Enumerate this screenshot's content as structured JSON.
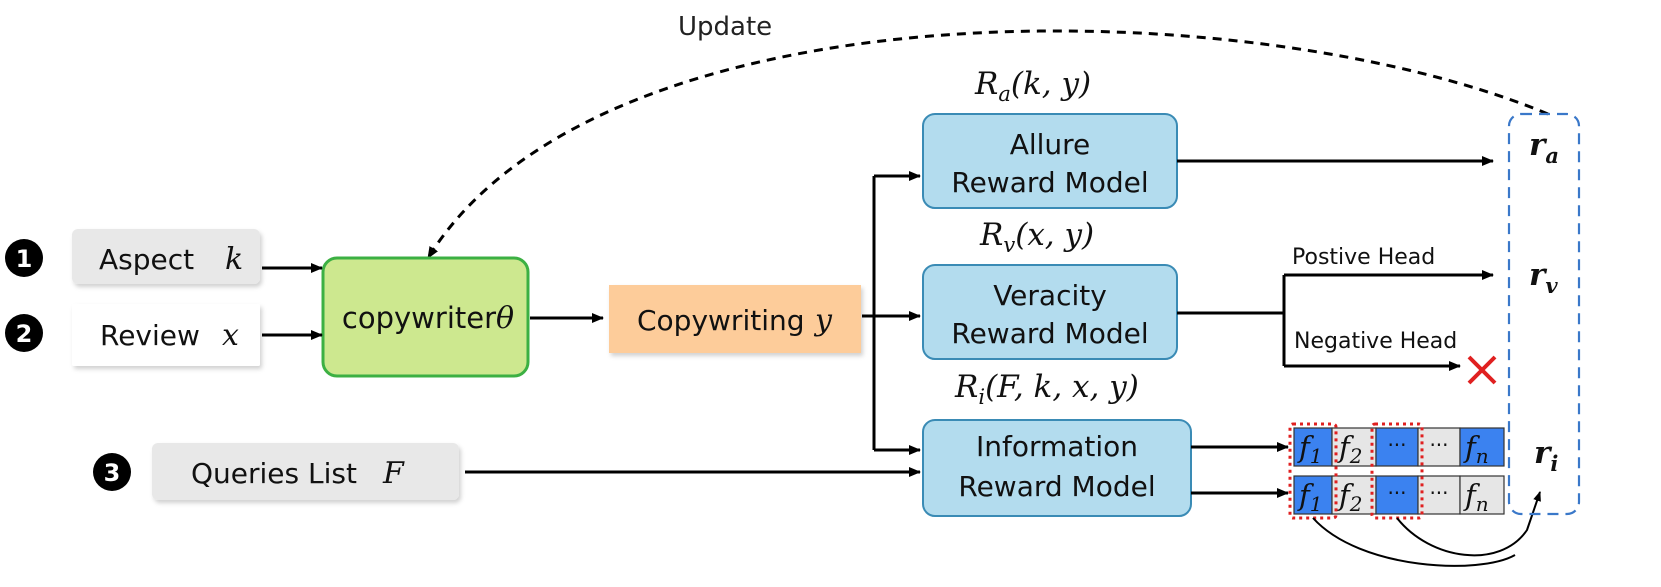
{
  "update_label": "Update",
  "steps": {
    "one": "1",
    "two": "2",
    "three": "3"
  },
  "inputs": {
    "aspect_label": "Aspect",
    "aspect_var": "k",
    "review_label": "Review",
    "review_var": "x",
    "queries_label": "Queries List",
    "queries_var": "F"
  },
  "policy": {
    "label": "copywriter",
    "param": "θ"
  },
  "output": {
    "label": "Copywriting",
    "var": "y"
  },
  "reward_models": {
    "allure": {
      "line1": "Allure",
      "line2": "Reward Model",
      "fn_name": "R",
      "fn_sub": "a",
      "fn_args": "(k, y)"
    },
    "veracity": {
      "line1": "Veracity",
      "line2": "Reward Model",
      "fn_name": "R",
      "fn_sub": "v",
      "fn_args": "(x, y)"
    },
    "information": {
      "line1": "Information",
      "line2": "Reward Model",
      "fn_name": "R",
      "fn_sub": "i",
      "fn_args": "(F, k, x, y)"
    }
  },
  "heads": {
    "positive": "Postive Head",
    "negative": "Negative Head"
  },
  "rewards": {
    "ra": {
      "name": "r",
      "sub": "a"
    },
    "rv": {
      "name": "r",
      "sub": "v"
    },
    "ri": {
      "name": "r",
      "sub": "i"
    }
  },
  "feature_cells": {
    "f1": {
      "name": "f",
      "sub": "1"
    },
    "f2": {
      "name": "f",
      "sub": "2"
    },
    "fn": {
      "name": "f",
      "sub": "n"
    },
    "dots_mid": "···",
    "dots_end": "···"
  },
  "colors": {
    "policy_fill": "#cde88f",
    "policy_stroke": "#3cb043",
    "output_fill": "#fdcc9a",
    "rm_fill": "#b3dcee",
    "rm_stroke": "#3a8bb5",
    "input_fill": "#e8e8e8",
    "cell_blue": "#3b82f0",
    "cell_gray": "#e6e6e6",
    "dashed_box": "#3a78c9",
    "red": "#e02020"
  }
}
